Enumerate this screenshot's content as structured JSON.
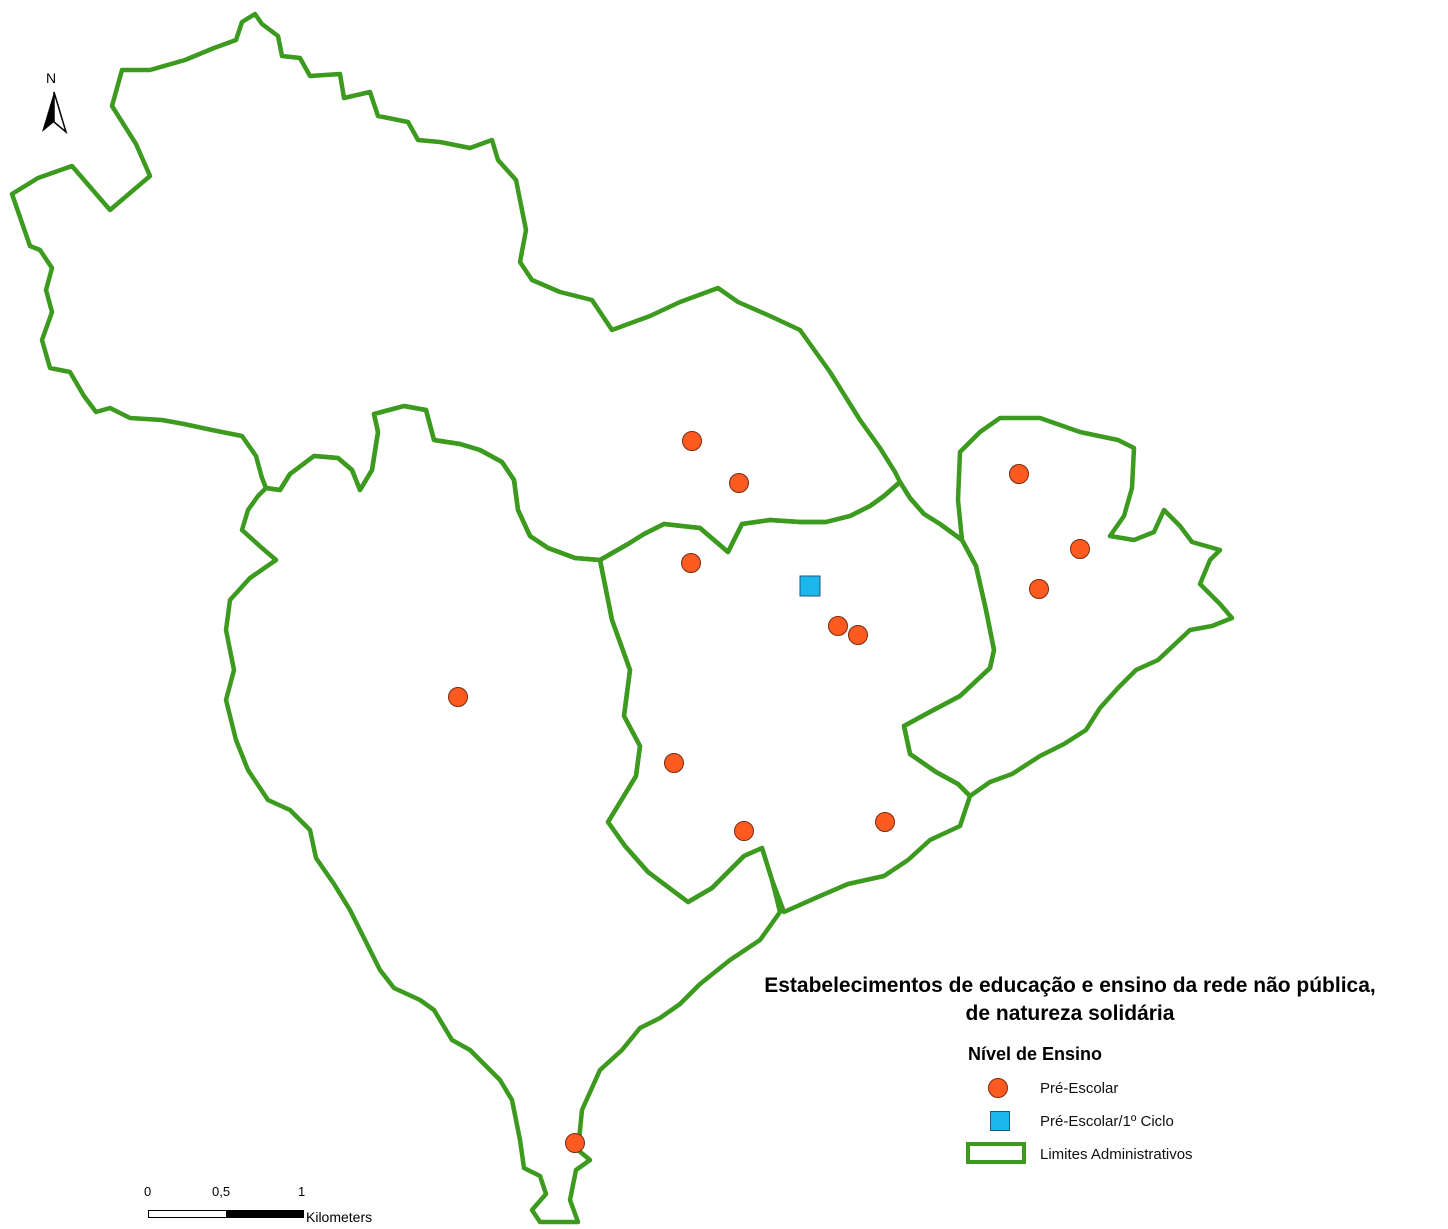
{
  "map": {
    "north_label": "N",
    "title_line1": "Estabelecimentos de educação e ensino da rede não pública,",
    "title_line2": "de natureza solidária",
    "legend": {
      "heading": "Nível de Ensino",
      "items": [
        {
          "label": "Pré-Escolar",
          "symbol": "circle",
          "color": "#ff5a1f"
        },
        {
          "label": "Pré-Escolar/1º Ciclo",
          "symbol": "square",
          "color": "#1ab7ea"
        },
        {
          "label": "Limites Administrativos",
          "symbol": "polygon-outline",
          "color": "#3c9a1e"
        }
      ]
    },
    "scalebar": {
      "ticks": [
        "0",
        "0,5",
        "1"
      ],
      "unit": "Kilometers"
    },
    "colors": {
      "boundary": "#3c9a1e",
      "pre_escolar": "#ff5a1f",
      "pre_escolar_1ciclo": "#1ab7ea"
    },
    "markers": {
      "pre_escolar_count": 13,
      "pre_escolar_1ciclo_count": 1
    }
  }
}
